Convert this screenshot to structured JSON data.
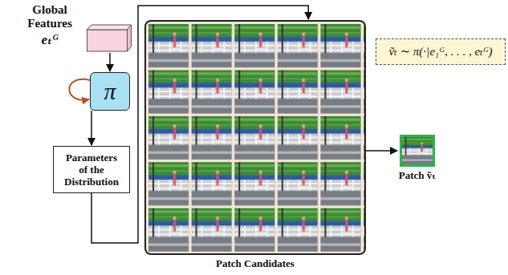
{
  "diagram": {
    "nodes": [
      {
        "text": [
          "Global Features",
          "eₜᴳ"
        ]
      },
      {
        "text": [
          "π"
        ]
      },
      {
        "text": [
          "Parameters of the Distribution"
        ]
      },
      {
        "text": [
          "Patch Candidates"
        ]
      },
      {
        "text": [
          "ṽₜ ∼ π(·|e₁ᴳ, . . . , eₜᴳ)"
        ]
      },
      {
        "text": [
          "Patch ṽₜ"
        ]
      }
    ],
    "edges": [
      {
        "from": 0,
        "to": 1,
        "arrow": "to"
      },
      {
        "from": 1,
        "to": 1,
        "arrow": "to"
      },
      {
        "from": 1,
        "to": 2,
        "arrow": "to"
      },
      {
        "from": 2,
        "to": 3,
        "arrow": "to"
      },
      {
        "from": 3,
        "to": 5,
        "arrow": "to"
      }
    ]
  }
}
